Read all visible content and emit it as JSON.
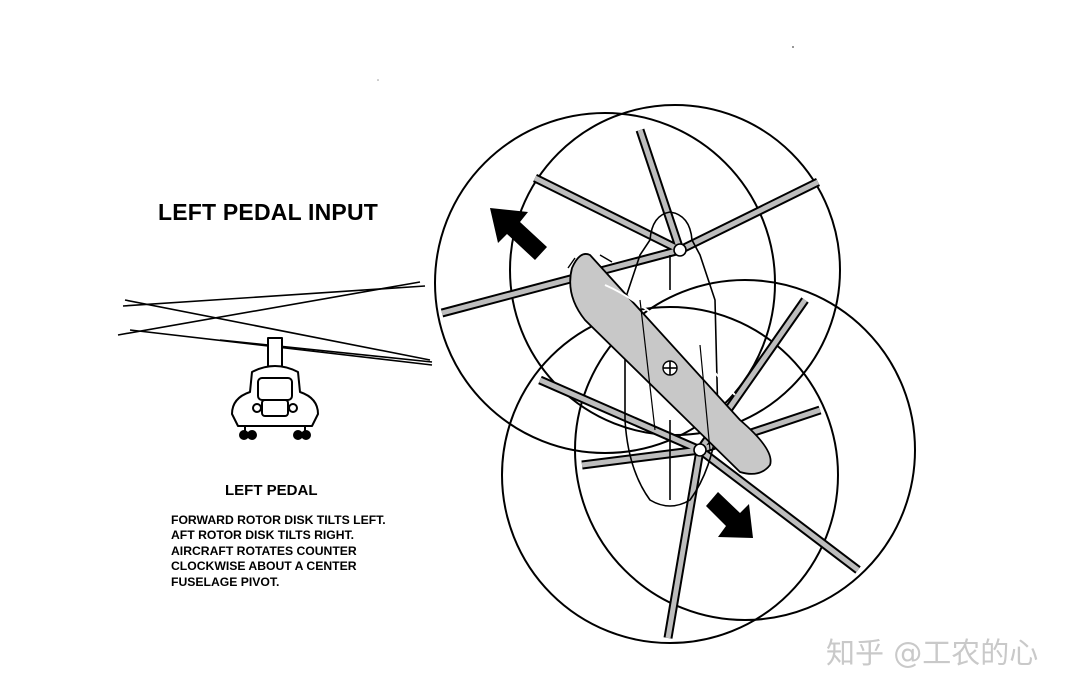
{
  "heading": "LEFT PEDAL INPUT",
  "caption": {
    "title": "LEFT PEDAL",
    "lines": [
      "FORWARD ROTOR DISK TILTS LEFT.",
      "AFT ROTOR DISK TILTS RIGHT.",
      "AIRCRAFT ROTATES COUNTER",
      "CLOCKWISE ABOUT A CENTER",
      "FUSELAGE PIVOT."
    ]
  },
  "watermark": "知乎 @工农的心",
  "colors": {
    "ink": "#000000",
    "fuselage": "#c8c8c8",
    "blade": "#bdbdbd",
    "watermark": "#c9c9c9"
  }
}
